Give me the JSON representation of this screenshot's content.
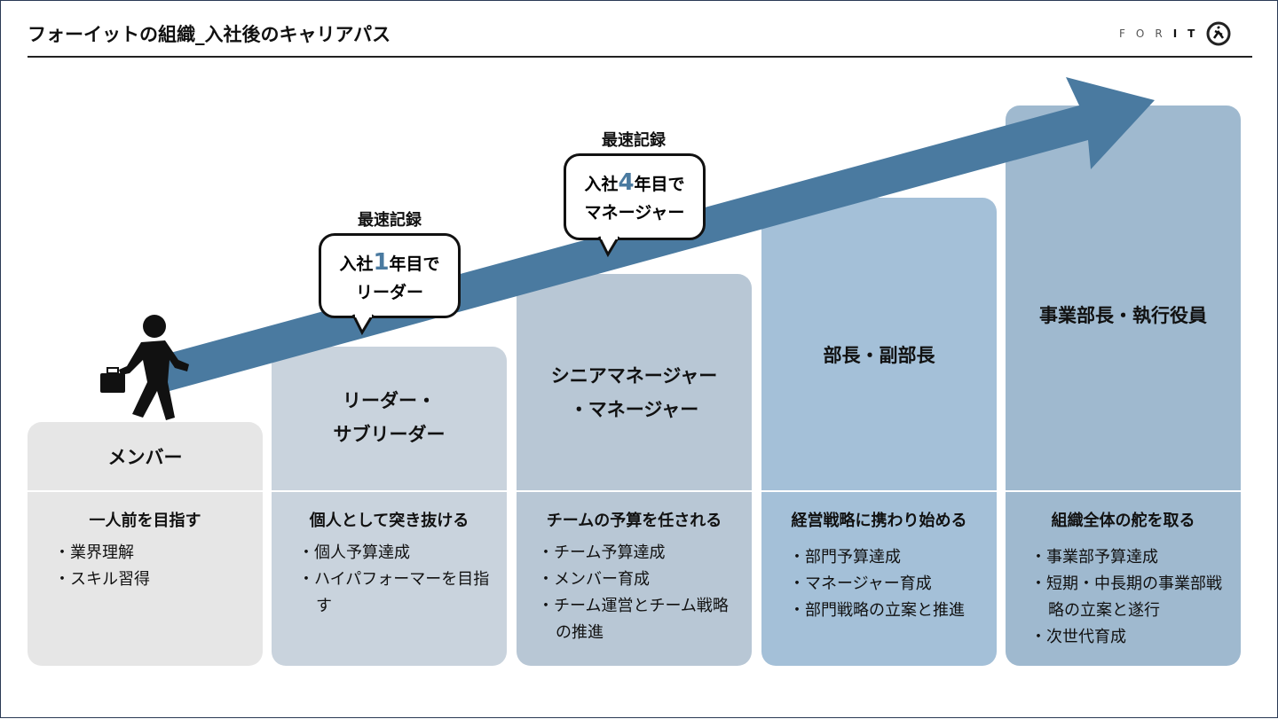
{
  "title": "フォーイットの組織_入社後のキャリアパス",
  "logo": {
    "text": "FORiT",
    "icon": "running-person-circle-icon"
  },
  "colors": {
    "arrow": "#4a7aa0",
    "highlight": "#4a7aa0"
  },
  "records": [
    {
      "label": "最速記録",
      "pre": "入社",
      "num": "1",
      "post": "年目で",
      "line2": "リーダー"
    },
    {
      "label": "最速記録",
      "pre": "入社",
      "num": "4",
      "post": "年目で",
      "line2": "マネージャー"
    }
  ],
  "cards": [
    {
      "role": "メンバー",
      "headline": "一人前を目指す",
      "items": [
        "業界理解",
        "スキル習得"
      ],
      "color": "#e6e6e6"
    },
    {
      "role": "リーダー・\nサブリーダー",
      "headline": "個人として突き抜ける",
      "items": [
        "個人予算達成",
        "ハイパフォーマーを目指す"
      ],
      "color": "#c9d3dd"
    },
    {
      "role": "シニアマネージャー\n・マネージャー",
      "headline": "チームの予算を任される",
      "items": [
        "チーム予算達成",
        "メンバー育成",
        "チーム運営とチーム戦略の推進"
      ],
      "color": "#b8c7d5"
    },
    {
      "role": "部長・副部長",
      "headline": "経営戦略に携わり始める",
      "items": [
        "部門予算達成",
        "マネージャー育成",
        "部門戦略の立案と推進"
      ],
      "color": "#a4c0d8"
    },
    {
      "role": "事業部長・執行役員",
      "headline": "組織全体の舵を取る",
      "items": [
        "事業部予算達成",
        "短期・中長期の事業部戦略の立案と遂行",
        "次世代育成"
      ],
      "color": "#9fb9cf"
    }
  ]
}
